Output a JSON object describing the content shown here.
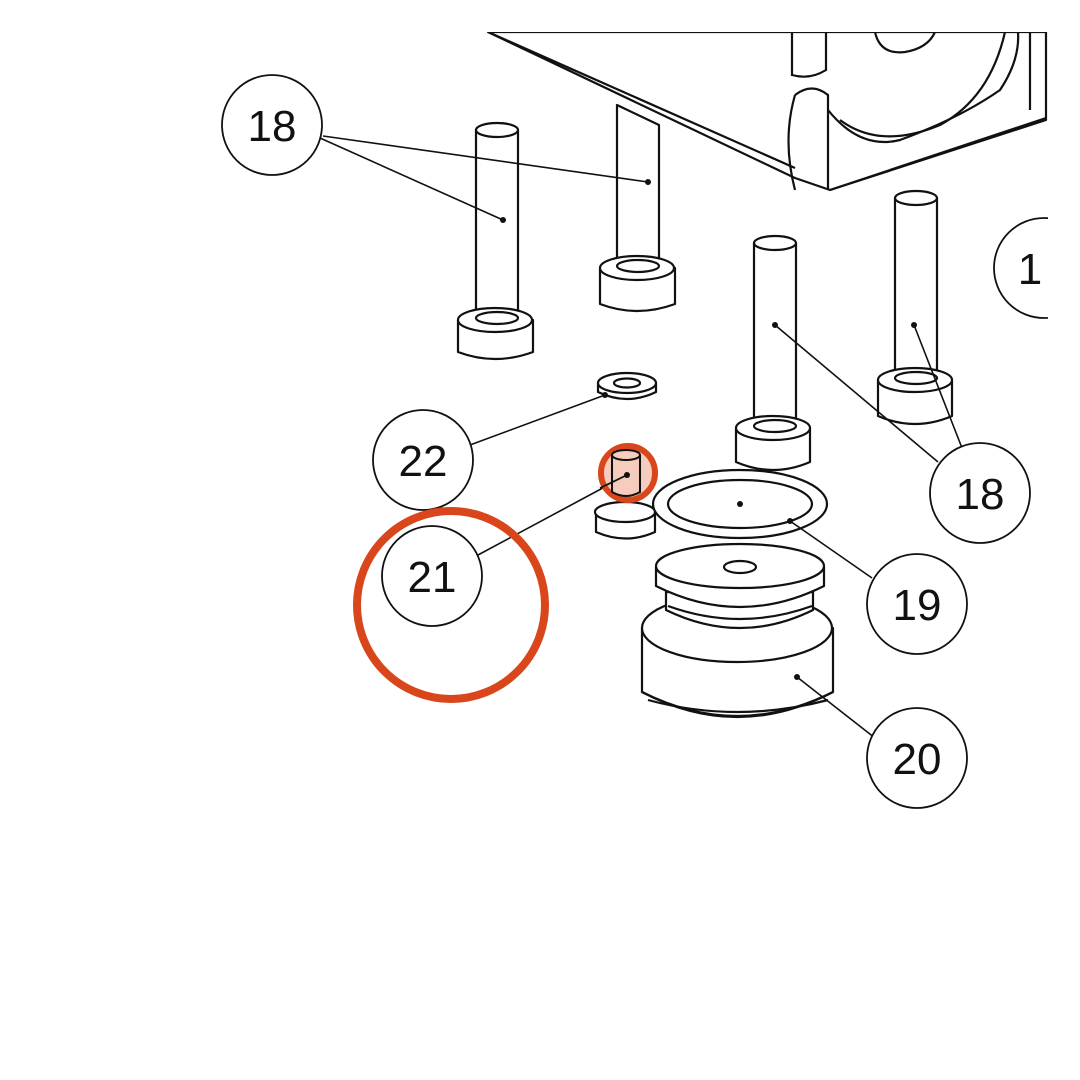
{
  "callouts": {
    "c18a": "18",
    "c18b": "18",
    "c18c": "1",
    "c22": "22",
    "c21": "21",
    "c19": "19",
    "c20": "20"
  },
  "highlight": {
    "target_part": "21",
    "color": "#d9461b",
    "fill": "#f4c3b3"
  }
}
